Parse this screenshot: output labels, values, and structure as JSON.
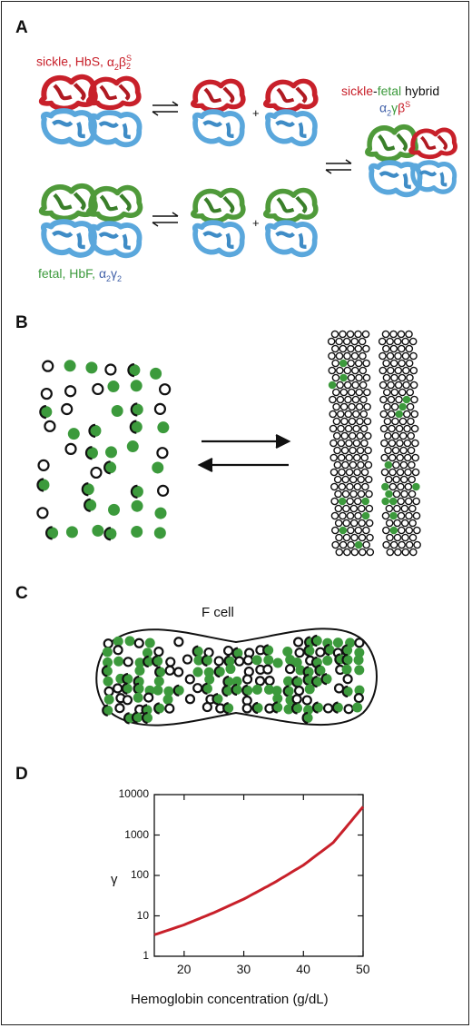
{
  "panels": {
    "a": "A",
    "b": "B",
    "c": "C",
    "d": "D"
  },
  "panel_a": {
    "hbs": {
      "sickle": "sickle,",
      "hbs": "HbS,",
      "formula_base": "α",
      "formula_sub1": "2",
      "formula_beta": "β",
      "formula_sup": "S",
      "formula_sub2": "2"
    },
    "hbf": {
      "fetal": "fetal,",
      "hbf": "HbF,",
      "formula_base": "α",
      "formula_sub1": "2",
      "formula_gamma": "γ",
      "formula_sub2": "2"
    },
    "hybrid": {
      "sickle": "sickle",
      "dash": "-",
      "fetal": "fetal",
      "hybrid": " hybrid",
      "formula_alpha": "α",
      "formula_sub": "2",
      "formula_gamma": "γ",
      "formula_beta": "β",
      "formula_sup": "S"
    },
    "plus_sign": "+"
  },
  "panel_c": {
    "title": "F cell"
  },
  "colors": {
    "red": "#c8202a",
    "green": "#3c9a3c",
    "blue": "#5aa7dc",
    "curve": "#c8202a"
  },
  "chart_data": {
    "type": "line",
    "xlabel": "Hemoglobin concentration (g/dL)",
    "ylabel": "γ",
    "xlim": [
      15,
      50
    ],
    "ylim": [
      1,
      10000
    ],
    "yscale": "log",
    "xticks": [
      "20",
      "30",
      "40",
      "50"
    ],
    "yticks": [
      "1",
      "10",
      "100",
      "1000",
      "10000"
    ],
    "series": [
      {
        "x": [
          15,
          20,
          25,
          30,
          35,
          40,
          45,
          50
        ],
        "y": [
          3.4,
          6.0,
          12,
          26,
          65,
          180,
          650,
          5000
        ]
      }
    ]
  }
}
